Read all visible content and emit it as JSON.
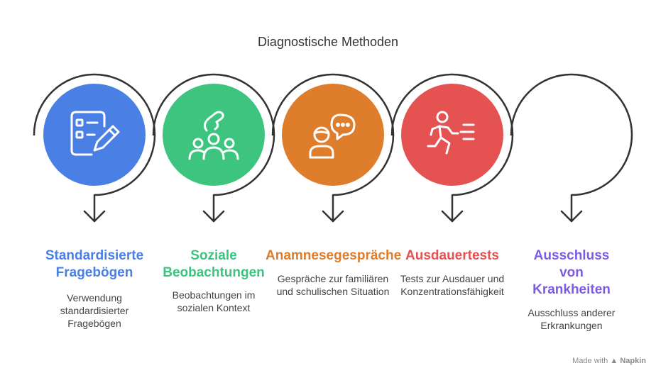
{
  "title": "Diagnostische Methoden",
  "steps": [
    {
      "label": "Standardisierte Fragebögen",
      "description": "Verwendung standardisierter Fragebögen",
      "color": "#4A80E4",
      "icon": "questionnaire-icon"
    },
    {
      "label": "Soziale Beobachtungen",
      "description": "Beobachtungen im sozialen Kontext",
      "color": "#3DC47E",
      "icon": "social-observation-icon"
    },
    {
      "label": "Anamnesegespräche",
      "description": "Gespräche zur familiären und schulischen Situation",
      "color": "#DE7D2B",
      "icon": "conversation-icon"
    },
    {
      "label": "Ausdauertests",
      "description": "Tests zur Ausdauer und Konzentrationsfähigkeit",
      "color": "#E45252",
      "icon": "running-person-icon"
    },
    {
      "label": "Ausschluss von Krankheiten",
      "description": "Ausschluss anderer Erkrankungen",
      "color": "#7E5BE0",
      "icon": ""
    }
  ],
  "footer": {
    "made_with": "Made with",
    "brand": "Napkin"
  }
}
